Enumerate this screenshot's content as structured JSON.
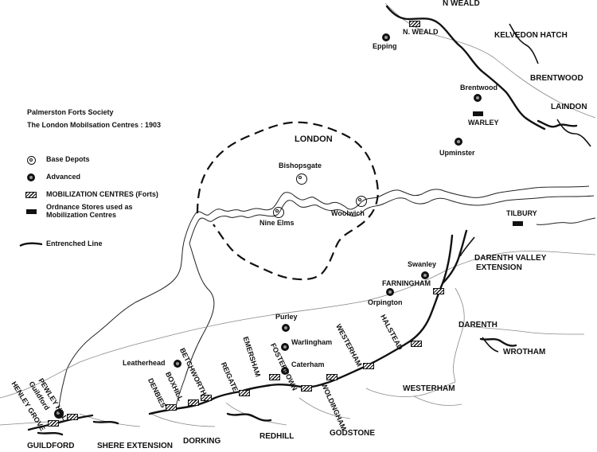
{
  "titles": {
    "society": "Palmerston Forts Society",
    "subtitle": "The London Mobilsation Centres : 1903"
  },
  "legend": {
    "base_depots": "Base Depots",
    "advanced": "Advanced",
    "mobilization_centres": "MOBILIZATION CENTRES (Forts)",
    "ordnance_line1": "Ordnance Stores used as",
    "ordnance_line2": "Mobilization Centres",
    "entrenched": "Entrenched Line"
  },
  "places": {
    "n_weald_top": "N WEALD",
    "n_weald_fort": "N. WEALD",
    "epping": "Epping",
    "kelvedon_hatch": "KELVEDON HATCH",
    "brentwood_area": "BRENTWOOD",
    "brentwood": "Brentwood",
    "laindon": "LAINDON",
    "warley": "WARLEY",
    "upminster": "Upminster",
    "london": "LONDON",
    "bishopsgate": "Bishopsgate",
    "nine_elms": "Nine Elms",
    "woolwich": "Woolwich",
    "tilbury": "TILBURY",
    "darenth_valley_1": "DARENTH VALLEY",
    "darenth_valley_2": "EXTENSION",
    "swanley": "Swanley",
    "farningham": "FARNINGHAM",
    "orpington": "Orpington",
    "darenth": "DARENTH",
    "wrotham": "WROTHAM",
    "purley": "Purley",
    "warlingham": "Warlingham",
    "caterham": "Caterham",
    "halstead": "HALSTEAD",
    "westerham_fort": "WESTERHAM",
    "westerham_area": "WESTERHAM",
    "fosterdown": "FOSTERDOWN",
    "emersham": "EMERSHAM",
    "woldingham": "WOLDINGHAM",
    "godstone": "GODSTONE",
    "reigate": "REIGATE",
    "redhill": "REDHILL",
    "betchworth": "BETCHWORTH",
    "boxhill": "BOXHILL",
    "denbies": "DENBIES",
    "leatherhead": "Leatherhead",
    "dorking": "DORKING",
    "shere_extension": "SHERE EXTENSION",
    "pewley_hill": "PEWLEY HILL",
    "guildford_town": "Guildford",
    "henley_grove": "HENLEY GROVE",
    "guildford_area": "GUILDFORD"
  },
  "colors": {
    "ink": "#111111",
    "boundary": "#888888",
    "background": "#ffffff"
  },
  "symbols": {
    "base_depot": "double-ring-icon",
    "advanced": "filled-dot-icon",
    "fort": "hatched-rectangle-icon",
    "ordnance_store": "solid-rectangle-icon",
    "entrenched_line": "thick-line-icon"
  }
}
